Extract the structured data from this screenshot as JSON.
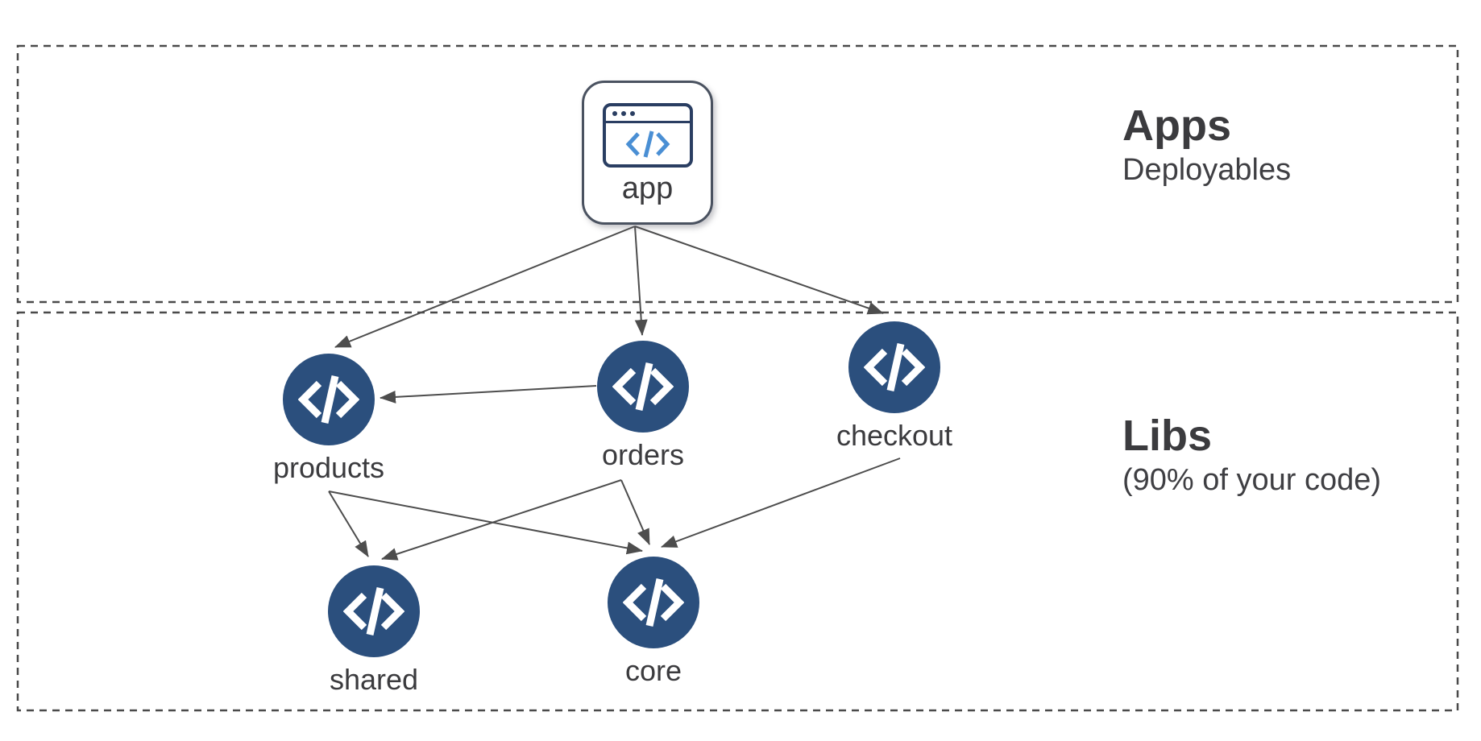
{
  "sections": {
    "apps": {
      "title": "Apps",
      "subtitle": "Deployables"
    },
    "libs": {
      "title": "Libs",
      "subtitle": "(90% of your code)"
    }
  },
  "nodes": {
    "app": {
      "label": "app",
      "kind": "application",
      "icon": "browser-code-icon"
    },
    "products": {
      "label": "products",
      "kind": "library",
      "icon": "code-icon"
    },
    "orders": {
      "label": "orders",
      "kind": "library",
      "icon": "code-icon"
    },
    "checkout": {
      "label": "checkout",
      "kind": "library",
      "icon": "code-icon"
    },
    "shared": {
      "label": "shared",
      "kind": "library",
      "icon": "code-icon"
    },
    "core": {
      "label": "core",
      "kind": "library",
      "icon": "code-icon"
    }
  },
  "edges": [
    {
      "from": "app",
      "to": "products"
    },
    {
      "from": "app",
      "to": "orders"
    },
    {
      "from": "app",
      "to": "checkout"
    },
    {
      "from": "orders",
      "to": "products"
    },
    {
      "from": "products",
      "to": "shared"
    },
    {
      "from": "products",
      "to": "core"
    },
    {
      "from": "orders",
      "to": "shared"
    },
    {
      "from": "orders",
      "to": "core"
    },
    {
      "from": "checkout",
      "to": "core"
    }
  ],
  "colors": {
    "background": "#ffffff",
    "node_fill": "#2b4f7d",
    "node_glyph": "#ffffff",
    "app_icon_stroke": "#2a3e62",
    "app_icon_code_blue": "#4a8fd4",
    "edge": "#4d4d4d",
    "section_border": "#4a4a4a",
    "text": "#3b3b3e"
  }
}
